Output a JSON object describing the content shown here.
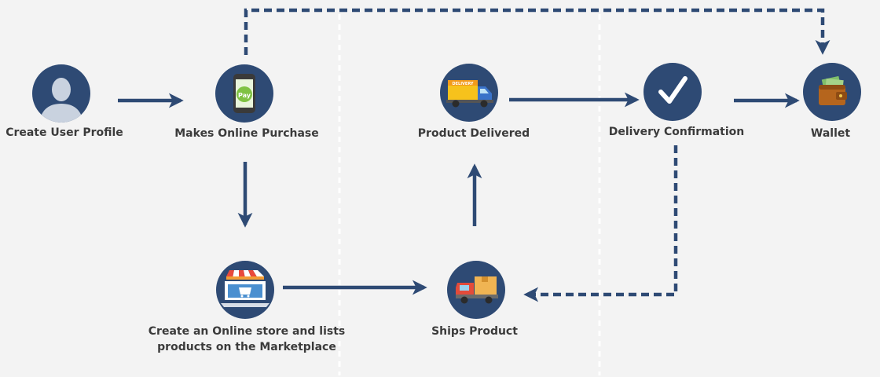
{
  "colors": {
    "background": "#f3f3f3",
    "node": "#2e4a74",
    "arrow": "#2e4a74",
    "divider": "#ffffff",
    "label": "#3b3b3b"
  },
  "nodes": {
    "create_profile": {
      "label": "Create User Profile",
      "icon": "user-silhouette-icon"
    },
    "online_purchase": {
      "label": "Makes Online Purchase",
      "icon": "mobile-pay-icon",
      "icon_text": "Pay"
    },
    "online_store": {
      "label": "Create an Online store and lists\nproducts on the Marketplace",
      "icon": "online-store-icon"
    },
    "ships_product": {
      "label": "Ships Product",
      "icon": "delivery-truck-icon"
    },
    "product_delivered": {
      "label": "Product Delivered",
      "icon": "delivery-van-icon",
      "icon_text": "DELIVERY"
    },
    "delivery_confirmation": {
      "label": "Delivery Confirmation",
      "icon": "checkmark-icon"
    },
    "wallet": {
      "label": "Wallet",
      "icon": "wallet-icon"
    }
  },
  "edges": [
    {
      "from": "create_profile",
      "to": "online_purchase",
      "style": "solid"
    },
    {
      "from": "online_purchase",
      "to": "online_store",
      "style": "solid"
    },
    {
      "from": "online_store",
      "to": "ships_product",
      "style": "solid"
    },
    {
      "from": "ships_product",
      "to": "product_delivered",
      "style": "solid"
    },
    {
      "from": "product_delivered",
      "to": "delivery_confirmation",
      "style": "solid"
    },
    {
      "from": "delivery_confirmation",
      "to": "wallet",
      "style": "solid"
    },
    {
      "from": "online_purchase",
      "to": "wallet",
      "style": "dashed"
    },
    {
      "from": "delivery_confirmation",
      "to": "ships_product",
      "style": "dashed"
    }
  ]
}
